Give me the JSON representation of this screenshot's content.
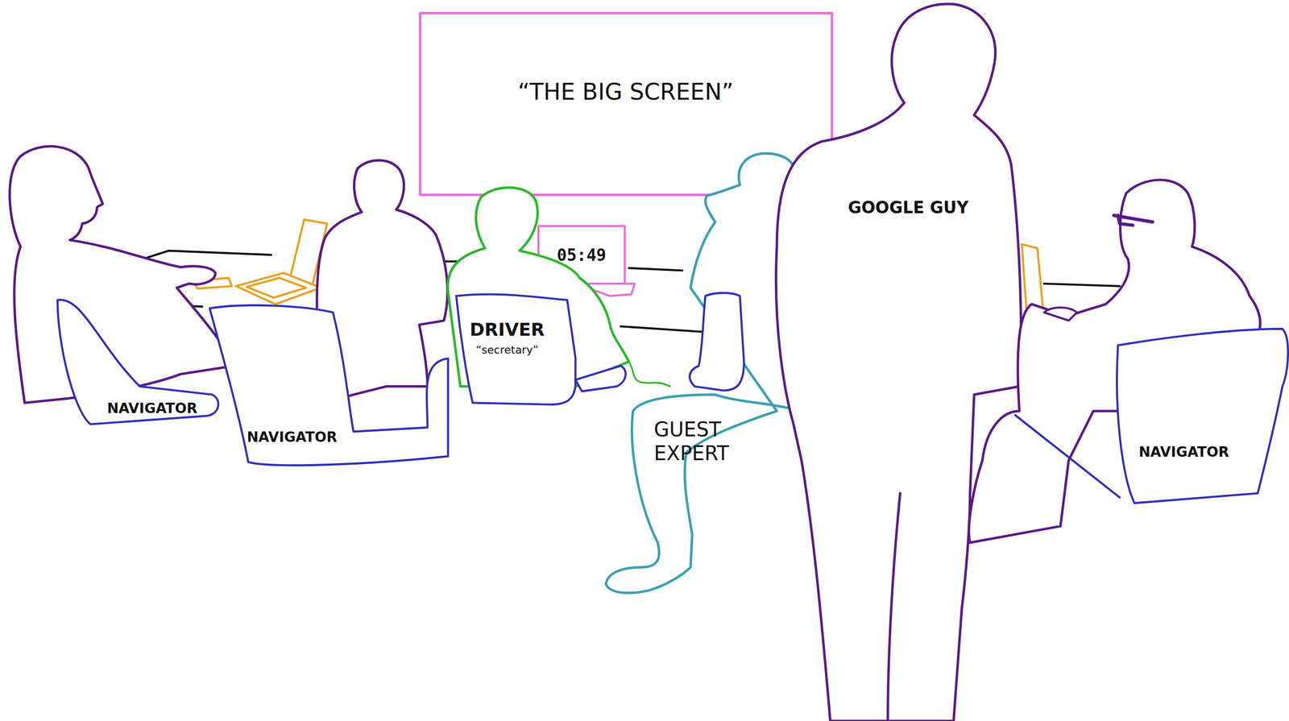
{
  "diagram": {
    "nodes": [
      {
        "text": [
          "“THE BIG SCREEN”"
        ]
      },
      {
        "text": [
          "05:49"
        ]
      }
    ],
    "labels": [
      "NAVIGATOR",
      "NAVIGATOR",
      "DRIVER",
      "“secretary”",
      "GUEST EXPERT",
      "GOOGLE GUY",
      "NAVIGATOR"
    ]
  }
}
